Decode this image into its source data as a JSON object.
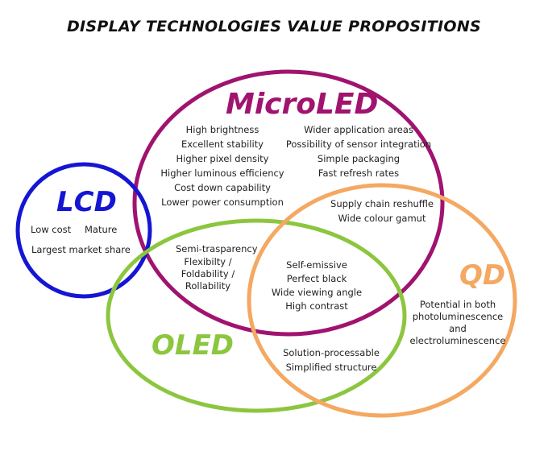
{
  "title": "DISPLAY TECHNOLOGIES VALUE PROPOSITIONS",
  "colors": {
    "microled": "#a0136f",
    "lcd": "#1515d4",
    "oled": "#8cc63f",
    "qd": "#f4a862"
  },
  "sets": {
    "microled": "MicroLED",
    "lcd": "LCD",
    "oled": "OLED",
    "qd": "QD"
  },
  "regions": {
    "microled_only_left": [
      "High brightness",
      "Excellent stability",
      "Higher pixel density",
      "Higher luminous efficiency",
      "Cost down capability",
      "Lower power consumption"
    ],
    "microled_only_right": [
      "Wider application areas",
      "Possibility of sensor integration",
      "Simple packaging",
      "Fast refresh rates"
    ],
    "microled_qd": [
      "Supply chain reshuffle",
      "Wide colour gamut"
    ],
    "lcd_only": [
      "Low cost",
      "Mature",
      "Largest market share"
    ],
    "microled_oled": [
      "Semi-trasparency",
      "Flexibilty /",
      "Foldability /",
      "Rollability"
    ],
    "microled_oled_qd": [
      "Self-emissive",
      "Perfect black",
      "Wide viewing angle",
      "High contrast"
    ],
    "qd_only": [
      "Potential in both",
      "photoluminescence",
      "and",
      "electroluminescence"
    ],
    "oled_qd": [
      "Solution-processable",
      "Simplified structure"
    ]
  }
}
